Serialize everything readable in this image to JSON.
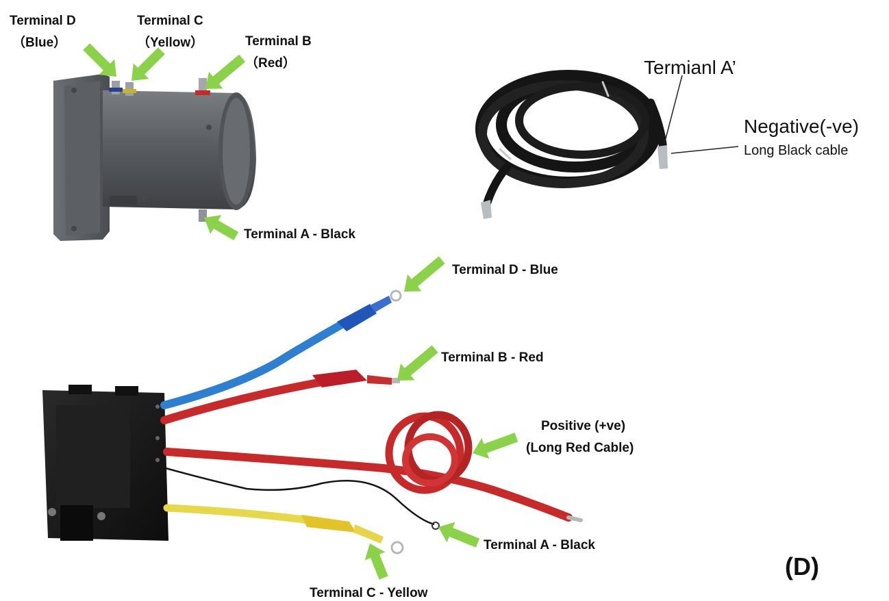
{
  "labels": {
    "motor_terminal_d": "Terminal D",
    "motor_terminal_d_color": "（Blue）",
    "motor_terminal_c": "Terminal C",
    "motor_terminal_c_color": "（Yellow）",
    "motor_terminal_b": "Terminal B",
    "motor_terminal_b_color": "（Red）",
    "motor_terminal_a": "Terminal A - Black",
    "cable_terminal_a": "Termianl A’",
    "cable_negative": "Negative(-ve)",
    "cable_negative_desc": "Long Black cable",
    "ctrl_terminal_d": "Terminal D - Blue",
    "ctrl_terminal_b": "Terminal B - Red",
    "ctrl_positive": "Positive (+ve)",
    "ctrl_positive_desc": "(Long Red Cable)",
    "ctrl_terminal_a": "Terminal A - Black",
    "ctrl_terminal_c": "Terminal C - Yellow",
    "panel_letter": "(D)"
  },
  "colors": {
    "arrow": "#8cd14a",
    "motor_body": "#5e6166",
    "cable_black": "#151515",
    "wire_blue": "#2f7fd0",
    "wire_red": "#c62a2a",
    "wire_yellow": "#e6d84a",
    "box": "#1a1a1a"
  }
}
